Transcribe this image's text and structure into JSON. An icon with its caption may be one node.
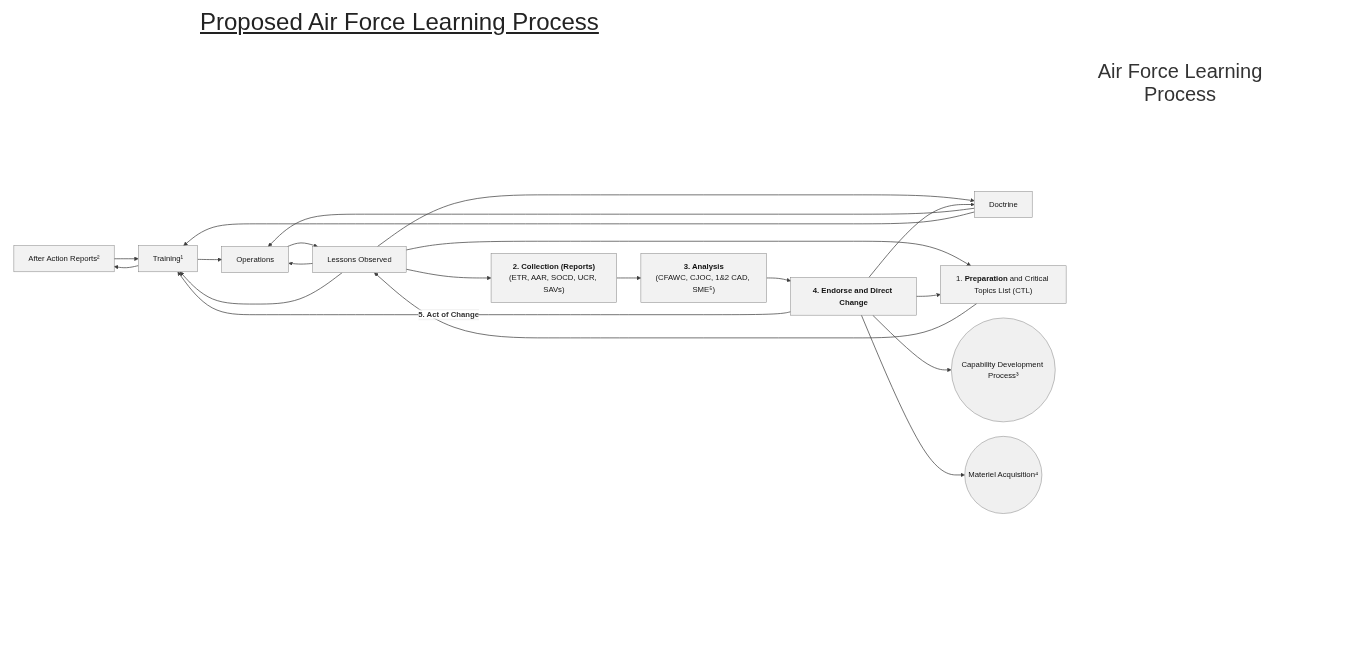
{
  "diagram": {
    "title": "Proposed Air Force Learning Process",
    "nodes": [
      {
        "text": [
          "After Action Reports²"
        ]
      },
      {
        "text": [
          "Operations"
        ]
      },
      {
        "text": [
          "2. Collection (Reports)",
          "(ETR, AAR, SOCD, UCR, SAVs)"
        ]
      },
      {
        "text": [
          "Training¹"
        ]
      },
      {
        "text": [
          "Lessons Observed"
        ]
      },
      {
        "text": [
          "3. Analysis",
          "(CFAWC, CJOC, 1&2 CAD, SME⁵)"
        ]
      },
      {
        "text": [
          "1. **Preparation** and Critical Topics List (CTL)"
        ]
      },
      {
        "text": [
          "Doctrine"
        ]
      },
      {
        "text": [
          "Capability Development Process³"
        ]
      },
      {
        "text": [
          "4. Endorse and Direct Change"
        ]
      },
      {
        "text": [
          "Materiel Acquisition⁴"
        ]
      }
    ],
    "edges": [
      {
        "from": 3,
        "to": 0,
        "arrow": "to"
      },
      {
        "from": 0,
        "to": 3,
        "arrow": "to"
      },
      {
        "from": 3,
        "to": 1,
        "arrow": "to"
      },
      {
        "from": 1,
        "to": 4,
        "arrow": "to"
      },
      {
        "from": 4,
        "to": 1,
        "arrow": "to"
      },
      {
        "from": 4,
        "to": 3,
        "arrow": "to"
      },
      {
        "from": 7,
        "to": 1,
        "arrow": "to"
      },
      {
        "from": 7,
        "to": 3,
        "arrow": "to"
      },
      {
        "from": 4,
        "to": 7,
        "arrow": "to"
      },
      {
        "from": 6,
        "to": 4,
        "arrow": "to"
      },
      {
        "from": 4,
        "to": 6,
        "arrow": "to"
      },
      {
        "from": 4,
        "to": 2,
        "arrow": "to"
      },
      {
        "from": 2,
        "to": 5,
        "arrow": "to"
      },
      {
        "from": 5,
        "to": 9,
        "arrow": "to"
      },
      {
        "from": 9,
        "to": 6,
        "arrow": "to"
      },
      {
        "from": 9,
        "to": 7,
        "arrow": "to"
      },
      {
        "from": 9,
        "to": 3,
        "arrow": "to",
        "label": "5. Act of Change"
      },
      {
        "from": 9,
        "to": 8,
        "arrow": "to"
      },
      {
        "from": 9,
        "to": 10,
        "arrow": "to"
      }
    ],
    "labels": [
      "Air Force Learning Process"
    ]
  }
}
